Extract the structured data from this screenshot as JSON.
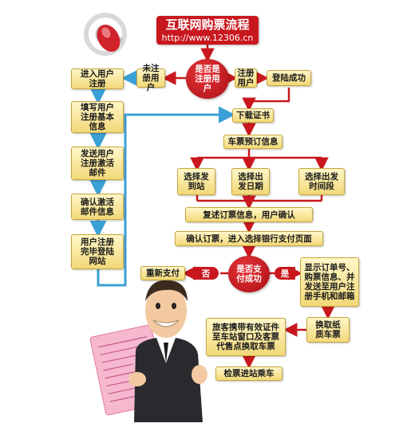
{
  "title": {
    "main": "互联网购票流程",
    "url": "http://www.12306.cn"
  },
  "decision1": "是否是注册用户",
  "unregistered": "未注册用户",
  "registered": "注册用户",
  "login_success": "登陆成功",
  "left_steps": [
    "进入用户注册",
    "填写用户注册基本信息",
    "发送用户注册激活邮件",
    "确认激活邮件信息",
    "用户注册完毕登陆网站"
  ],
  "download_cert": "下载证书",
  "ticket_info": "车票预订信息",
  "options": [
    "选择发到站",
    "选择出发日期",
    "选择出发时间段"
  ],
  "recheck": "复述订票信息，用户确认",
  "confirm_order": "确认订票，进入选择银行支付页面",
  "decision2": "是否支付成功",
  "no_label": "否",
  "yes_label": "是",
  "repay": "重新支付",
  "show_order": "显示订单号、购票信息、并发送至用户注册手机和邮箱",
  "exchange": "换取纸质车票",
  "collect": "旅客携带有效证件至车站窗口及客票代售点换取车票",
  "board": "检票进站乘车",
  "colors": {
    "red": "#c8181e",
    "blue": "#3aa0d6",
    "box": "#f2d878"
  }
}
